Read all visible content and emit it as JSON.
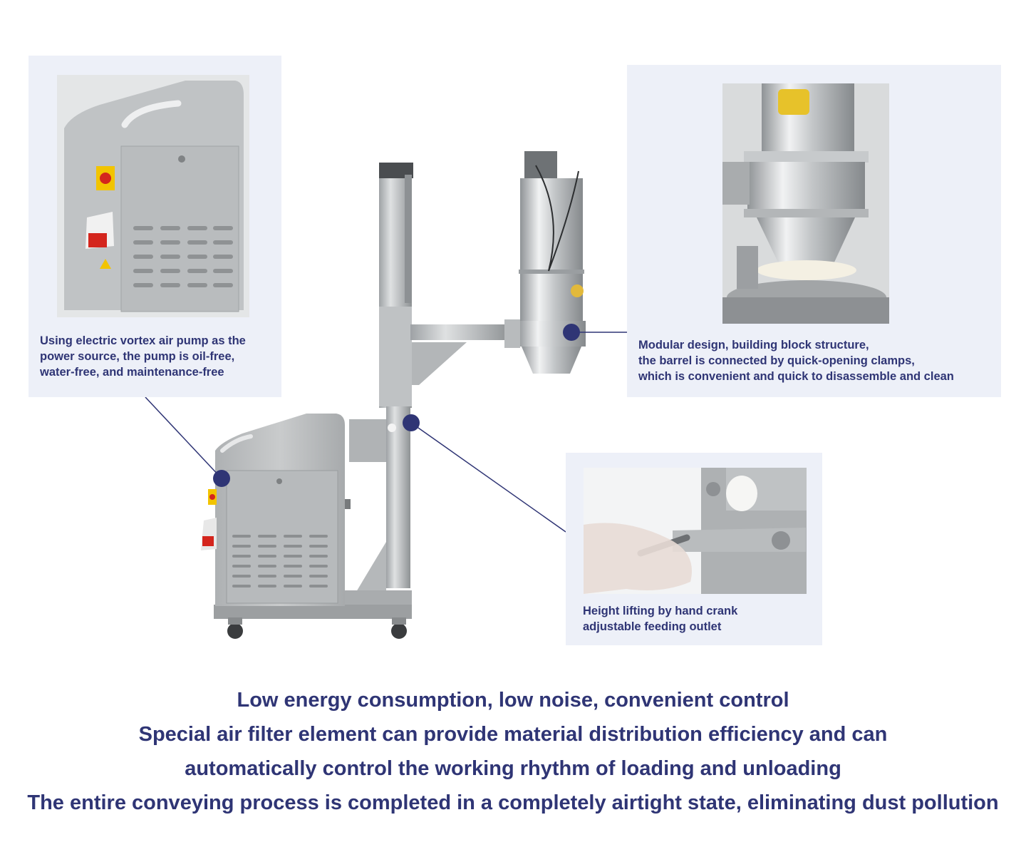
{
  "callouts": {
    "pump": "Using electric vortex air pump as the\npower source, the pump is oil-free,\nwater-free, and maintenance-free",
    "modular": "Modular design, building block structure,\nthe barrel is connected by quick-opening clamps,\nwhich is convenient and quick to disassemble and clean",
    "crank": "Height lifting by hand crank\nadjustable feeding outlet"
  },
  "footer": "Low energy consumption, low noise, convenient control\nSpecial air filter element can provide material distribution efficiency and can\nautomatically control the working rhythm of loading and unloading\nThe entire conveying process is completed in a completely airtight state, eliminating dust pollution",
  "colors": {
    "accent": "#2f3575",
    "panel_background": "#edf0f8",
    "steel": "#b9bcbe",
    "power_switch": "#f2c400",
    "plug": "#d4251d"
  }
}
